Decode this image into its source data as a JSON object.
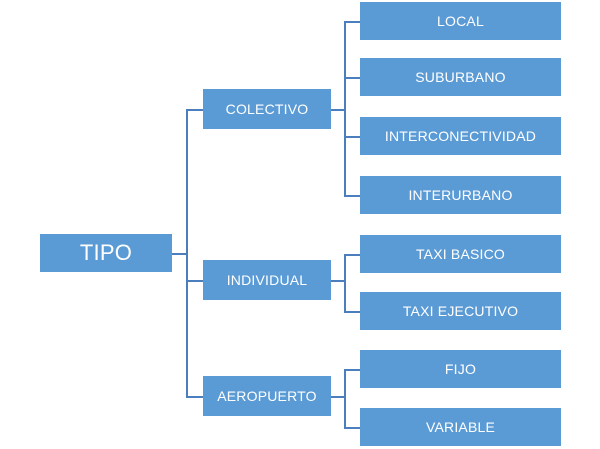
{
  "diagram": {
    "type": "tree",
    "title_visible": false,
    "orientation": "left-to-right",
    "colors": {
      "node_fill": "#5B9BD5",
      "node_text": "#FFFFFF",
      "connector": "#4A7EBC",
      "background": "#FFFFFF"
    },
    "root": {
      "label": "TIPO"
    },
    "branches": [
      {
        "label": "COLECTIVO",
        "children": [
          {
            "label": "LOCAL"
          },
          {
            "label": "SUBURBANO"
          },
          {
            "label": "INTERCONECTIVIDAD"
          },
          {
            "label": "INTERURBANO"
          }
        ]
      },
      {
        "label": "INDIVIDUAL",
        "children": [
          {
            "label": "TAXI BASICO"
          },
          {
            "label": "TAXI EJECUTIVO"
          }
        ]
      },
      {
        "label": "AEROPUERTO",
        "children": [
          {
            "label": "FIJO"
          },
          {
            "label": "VARIABLE"
          }
        ]
      }
    ]
  }
}
